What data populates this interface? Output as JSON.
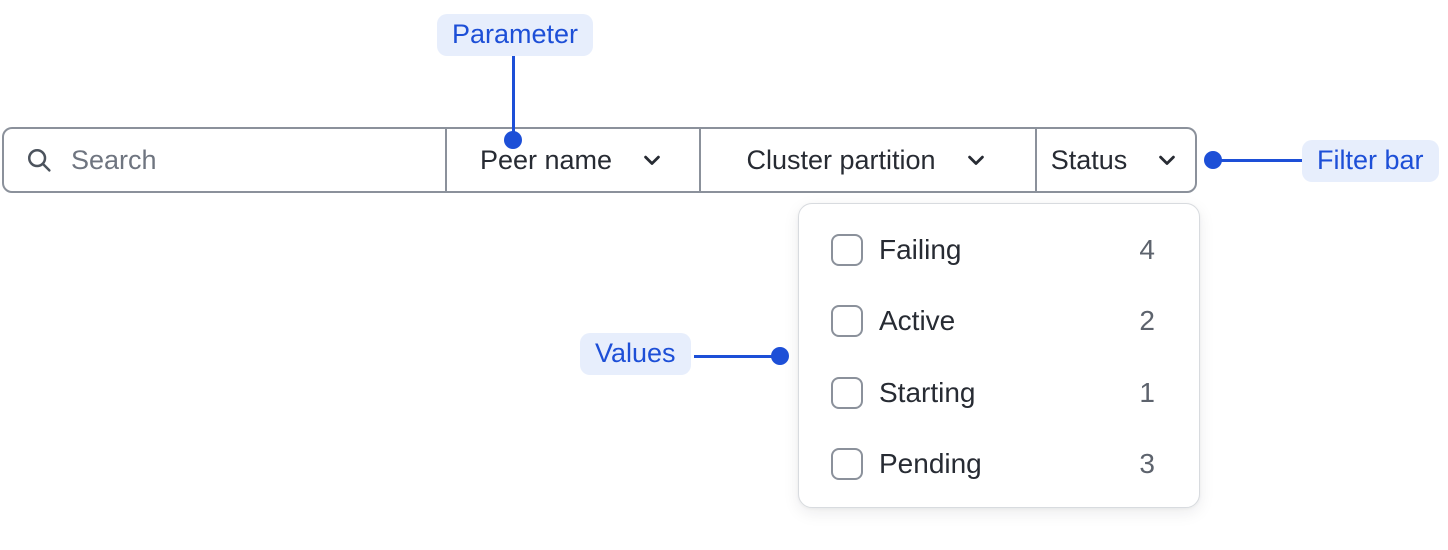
{
  "annotations": {
    "parameter": {
      "label": "Parameter"
    },
    "filter_bar": {
      "label": "Filter bar"
    },
    "values": {
      "label": "Values"
    }
  },
  "filter_bar": {
    "search": {
      "placeholder": "Search"
    },
    "dropdowns": [
      {
        "label": "Peer name"
      },
      {
        "label": "Cluster partition"
      },
      {
        "label": "Status"
      }
    ]
  },
  "status_menu": {
    "options": [
      {
        "label": "Failing",
        "count": "4",
        "checked": false
      },
      {
        "label": "Active",
        "count": "2",
        "checked": false
      },
      {
        "label": "Starting",
        "count": "1",
        "checked": false
      },
      {
        "label": "Pending",
        "count": "3",
        "checked": false
      }
    ]
  },
  "colors": {
    "accent_blue": "#1d4fd7",
    "badge_background": "#e7eefc",
    "bar_border": "#8b919b",
    "text_primary": "#272b33",
    "text_secondary": "#5d636d",
    "placeholder_text": "#6f7580",
    "panel_border": "#d8dbdf"
  }
}
